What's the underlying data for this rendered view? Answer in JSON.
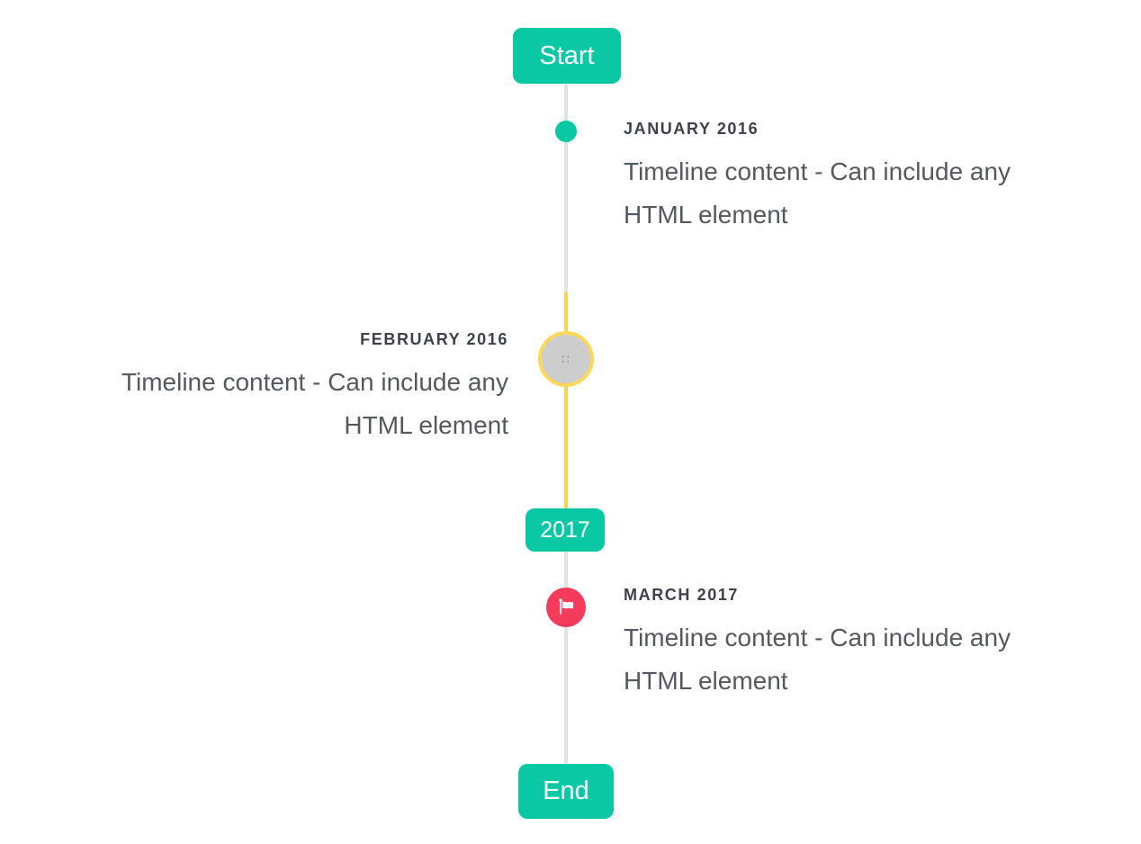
{
  "timeline": {
    "start_badge": "Start",
    "year_badge": "2017",
    "end_badge": "End",
    "items": [
      {
        "date": "JANUARY 2016",
        "content": "Timeline content - Can include any HTML element",
        "side": "right",
        "marker": "teal-dot"
      },
      {
        "date": "FEBRUARY 2016",
        "content": "Timeline content - Can include any HTML element",
        "side": "left",
        "marker": "selected-gray-circle"
      },
      {
        "date": "MARCH 2017",
        "content": "Timeline content - Can include any HTML element",
        "side": "right",
        "marker": "red-flag-circle"
      }
    ],
    "selected_circle_glyph": "∷",
    "colors": {
      "accent_teal": "#0bc8a4",
      "highlight_yellow": "#fad24f",
      "flag_red": "#f53b5c",
      "line_gray": "#e2e3e5",
      "date_text": "#3e4248",
      "content_text": "#55595e",
      "selected_circle_fill": "#cdcdcd"
    }
  }
}
